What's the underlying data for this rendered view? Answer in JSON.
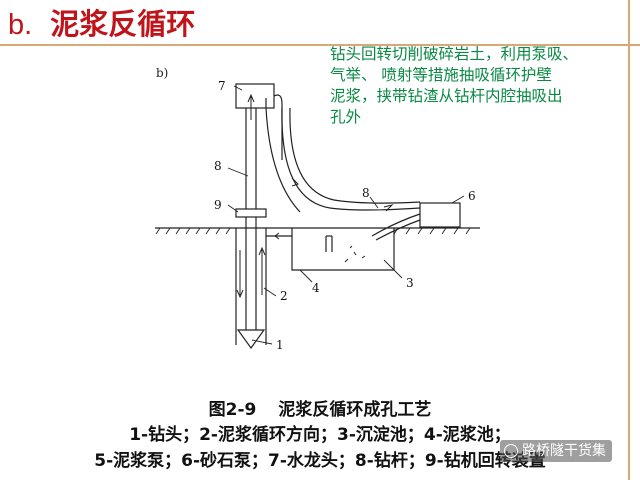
{
  "heading": {
    "letter": "b.",
    "title": "泥浆反循环"
  },
  "description": [
    "钻头回转切削破碎岩土，利用泵吸、",
    "气举、 喷射等措施抽吸循环护壁",
    "泥浆，挟带钻渣从钻杆内腔抽吸出",
    "孔外"
  ],
  "figure": {
    "sub_label": "b)",
    "labels": {
      "l1": "1",
      "l2": "2",
      "l3": "3",
      "l4": "4",
      "l6": "6",
      "l7": "7",
      "l8a": "8",
      "l8b": "8",
      "l9": "9"
    }
  },
  "caption": {
    "number": "图2-9",
    "title": "泥浆反循环成孔工艺",
    "line1": "1-钻头；2-泥浆循环方向；3-沉淀池；4-泥浆池；",
    "line2": "5-泥浆泵；6-砂石泵；7-水龙头；8-钻杆；9-钻机回转装置"
  },
  "watermark": "路桥隧干货集",
  "colors": {
    "title": "#c0141b",
    "description": "#0a8a44",
    "frame": "#d9a877",
    "line": "#222222"
  }
}
